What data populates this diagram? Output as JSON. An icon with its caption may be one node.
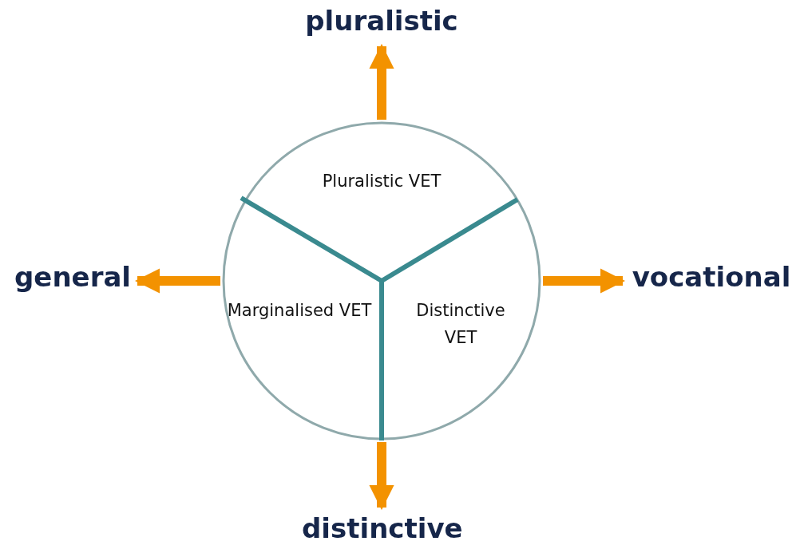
{
  "diagram": {
    "nodes": [
      {
        "text": [
          "pluralistic"
        ]
      },
      {
        "text": [],
        "shape": "circle"
      },
      {
        "text": [
          "Pluralistic VET"
        ],
        "in": 1
      },
      {
        "text": [
          "general"
        ]
      },
      {
        "text": [
          "vocational"
        ]
      },
      {
        "text": [
          "Marginalised VET"
        ],
        "in": 1
      },
      {
        "text": [
          "Distinctive VET"
        ],
        "in": 1
      },
      {
        "text": [
          "distinctive"
        ]
      }
    ],
    "edges": [
      {
        "from": 1,
        "to": 0,
        "arrow": "to"
      },
      {
        "from": 1,
        "to": 3,
        "arrow": "to"
      },
      {
        "from": 1,
        "to": 4,
        "arrow": "to"
      },
      {
        "from": 1,
        "to": 7,
        "arrow": "to"
      }
    ]
  }
}
